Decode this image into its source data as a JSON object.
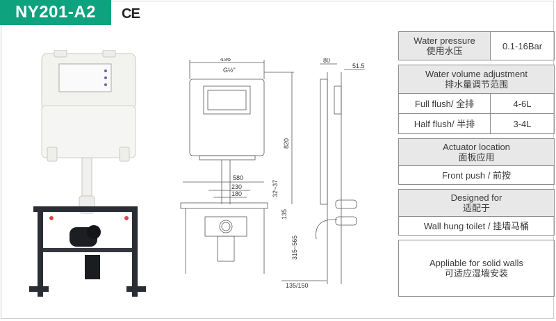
{
  "header": {
    "model": "NY201-A2",
    "certification": "CE"
  },
  "drawing": {
    "dimensions": {
      "width": "496",
      "g_thread": "G½\"",
      "height": "820",
      "outlet_width": "580",
      "span_230": "230",
      "span_180": "180",
      "range_32_37": "32~37",
      "dim_135": "135",
      "range_315_565": "315~565",
      "depth": "80",
      "pipe": "51.5",
      "range_135_150": "135/150"
    }
  },
  "spec_table": {
    "water_pressure": {
      "label_en": "Water pressure",
      "label_cn": "使用水压",
      "value": "0.1-16Bar"
    },
    "water_volume": {
      "title_en": "Water volume adjustment",
      "title_cn": "排水量调节范围",
      "full": {
        "label": "Full flush/  全排",
        "value": "4-6L"
      },
      "half": {
        "label": "Half flush/ 半排",
        "value": "3-4L"
      }
    },
    "actuator": {
      "title_en": "Actuator location",
      "title_cn": "面板应用",
      "value": "Front push / 前按"
    },
    "designed": {
      "title_en": "Designed for",
      "title_cn": "适配于",
      "value": "Wall hung toilet  / 挂墙马桶"
    },
    "walls": {
      "line_en": "Appliable for solid walls",
      "line_cn": "可适应湿墙安装"
    }
  }
}
